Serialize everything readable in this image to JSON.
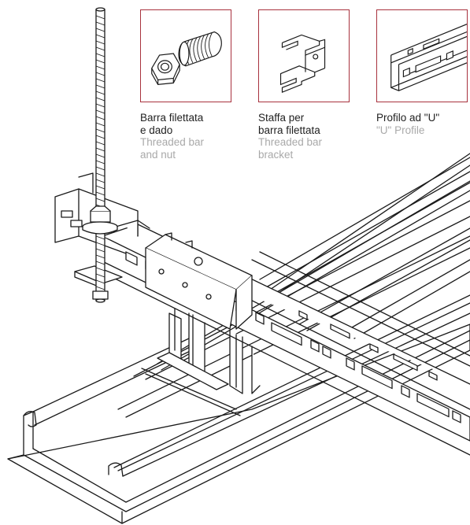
{
  "components": [
    {
      "name_it": [
        "Barra filettata",
        "e dado"
      ],
      "name_en": [
        "Threaded bar",
        "and nut"
      ],
      "icon": "threaded-bar-and-nut-icon"
    },
    {
      "name_it": [
        "Staffa per",
        "barra filettata"
      ],
      "name_en": [
        "Threaded bar",
        "bracket"
      ],
      "icon": "bracket-icon"
    },
    {
      "name_it": [
        "Profilo ad \"U\""
      ],
      "name_en": [
        "\"U\" Profile"
      ],
      "icon": "u-profile-icon"
    }
  ],
  "colors": {
    "frame": "#a8323e",
    "italian_text": "#222222",
    "english_text": "#a9a9a9",
    "line_art": "#1a1a1a"
  }
}
